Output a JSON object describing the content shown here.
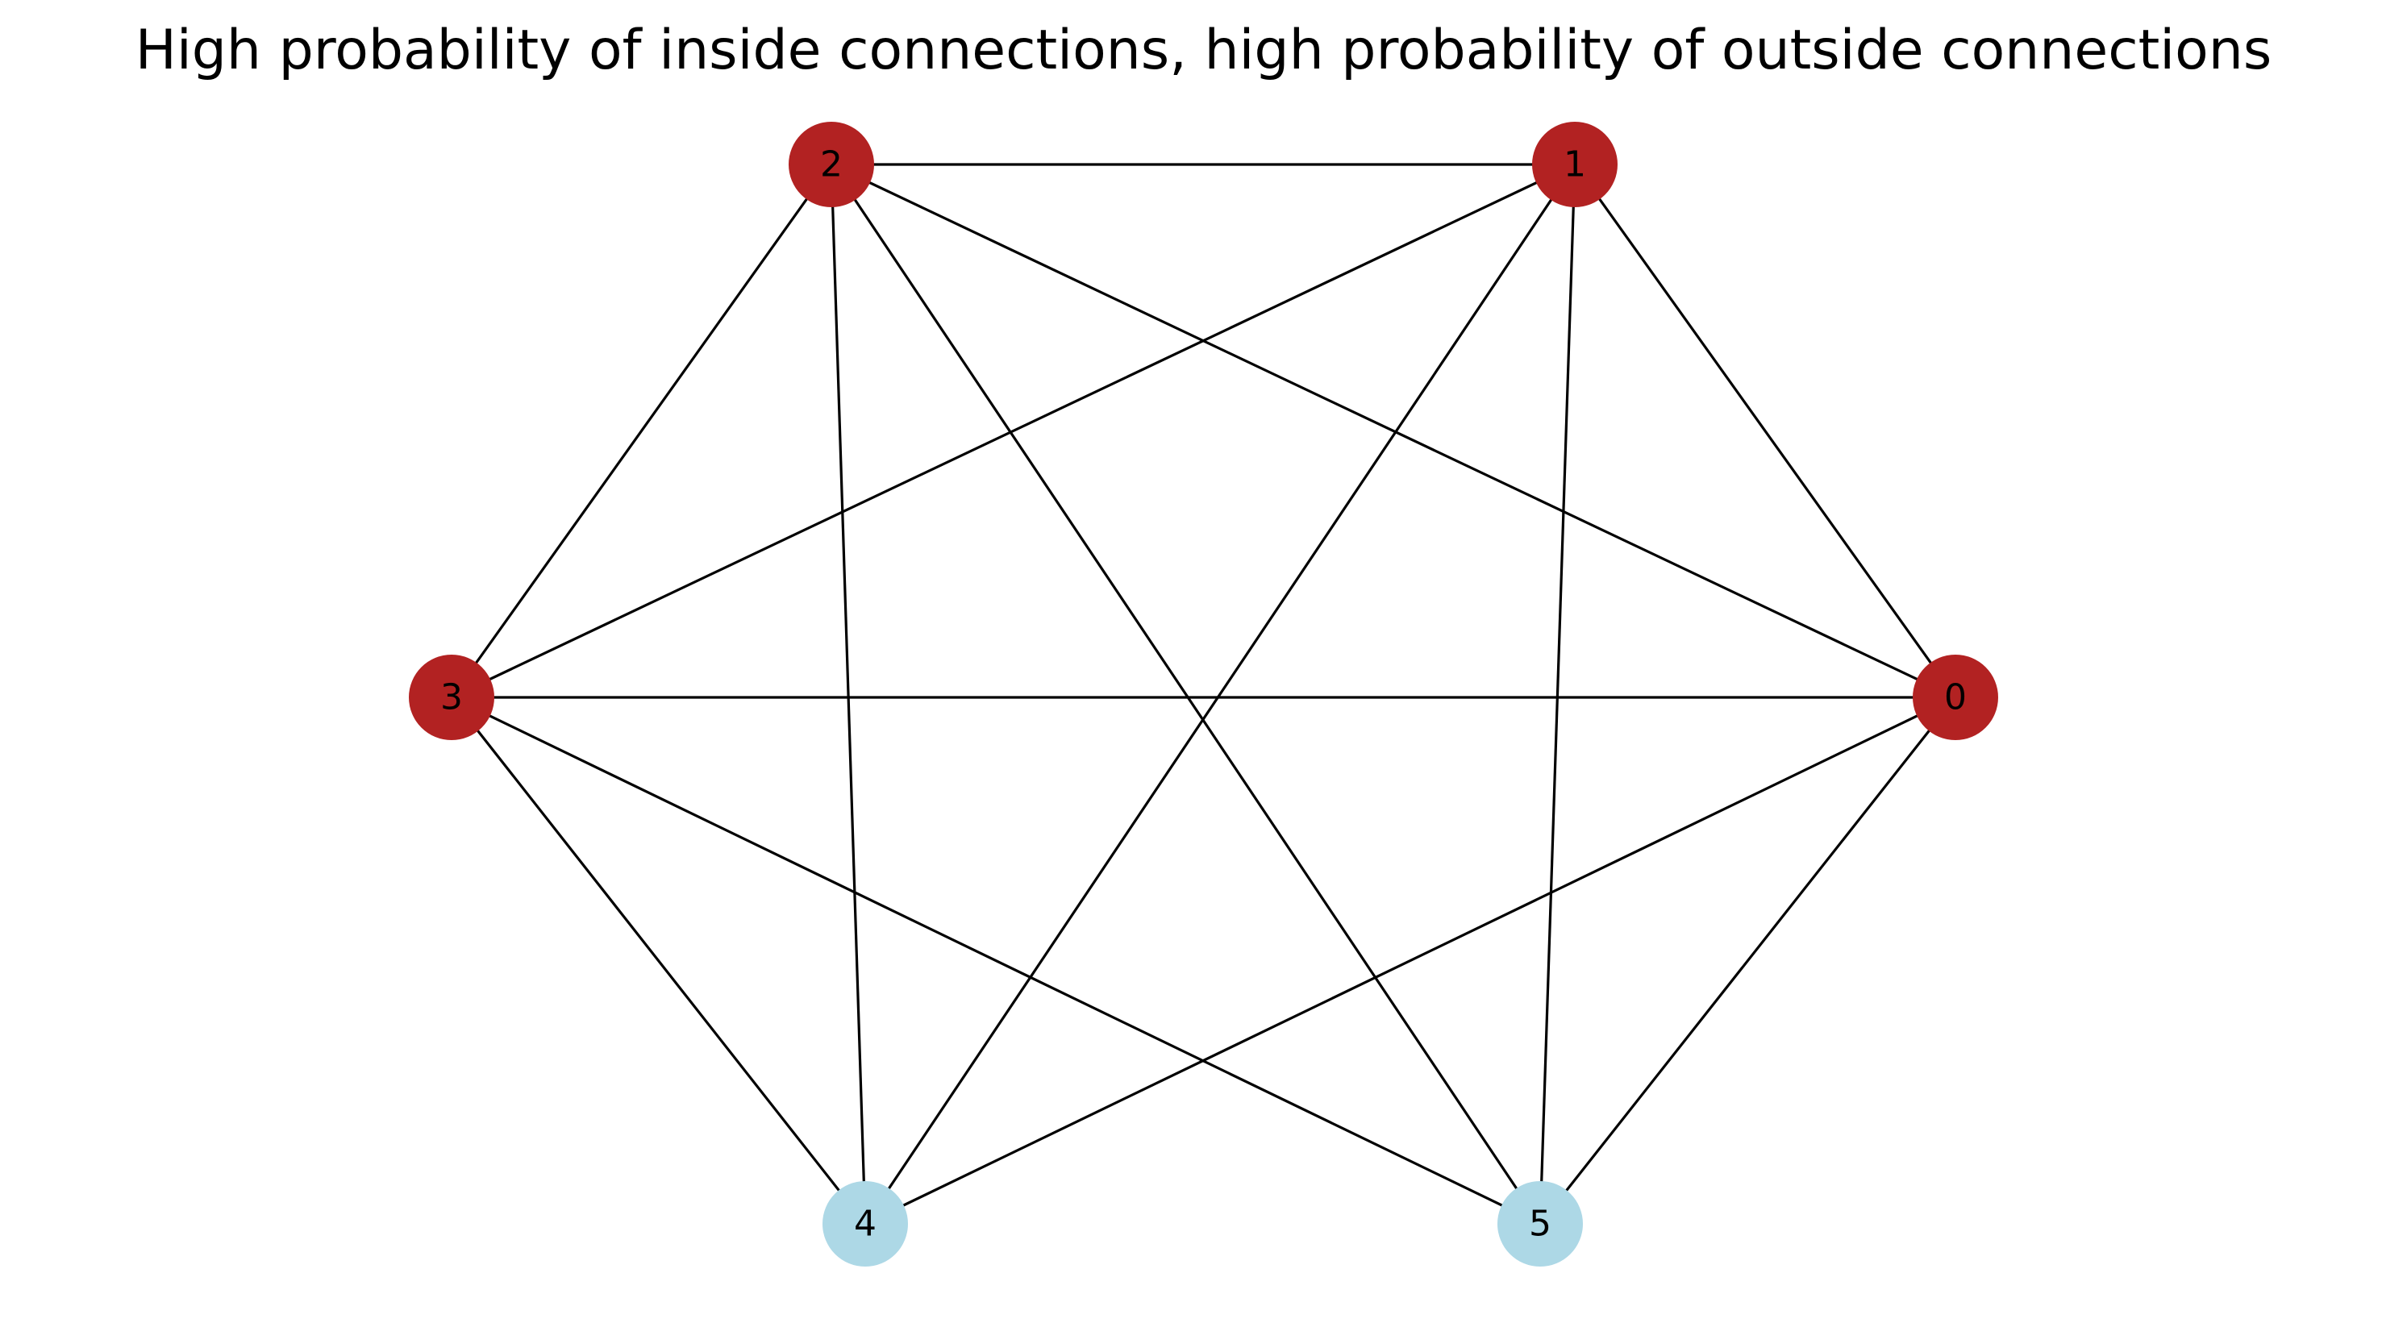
{
  "title": "High probability of inside connections, high probability of outside connections",
  "colors": {
    "group_a": "#b22222",
    "group_b": "#add8e6",
    "edge": "#000000",
    "label": "#000000",
    "background": "#ffffff"
  },
  "nodes": [
    {
      "id": "0",
      "label": "0",
      "group": "group_a"
    },
    {
      "id": "1",
      "label": "1",
      "group": "group_a"
    },
    {
      "id": "2",
      "label": "2",
      "group": "group_a"
    },
    {
      "id": "3",
      "label": "3",
      "group": "group_a"
    },
    {
      "id": "4",
      "label": "4",
      "group": "group_b"
    },
    {
      "id": "5",
      "label": "5",
      "group": "group_b"
    }
  ],
  "edges": [
    [
      "2",
      "1"
    ],
    [
      "2",
      "3"
    ],
    [
      "2",
      "0"
    ],
    [
      "2",
      "4"
    ],
    [
      "2",
      "5"
    ],
    [
      "1",
      "3"
    ],
    [
      "1",
      "0"
    ],
    [
      "1",
      "4"
    ],
    [
      "1",
      "5"
    ],
    [
      "3",
      "0"
    ],
    [
      "3",
      "4"
    ],
    [
      "3",
      "5"
    ],
    [
      "0",
      "4"
    ],
    [
      "0",
      "5"
    ]
  ]
}
